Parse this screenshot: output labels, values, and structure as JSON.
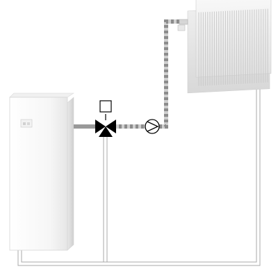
{
  "diagram": {
    "components": [
      {
        "id": "boiler",
        "kind": "boiler-unit"
      },
      {
        "id": "mixing-valve",
        "kind": "three-way-mixing-valve",
        "actuator": "valve-actuator-box"
      },
      {
        "id": "pump",
        "kind": "circulation-pump"
      },
      {
        "id": "radiator",
        "kind": "panel-radiator"
      }
    ],
    "connections": [
      {
        "from": "boiler",
        "to": "mixing-valve",
        "style": "supply-pipe"
      },
      {
        "from": "mixing-valve",
        "to": "pump",
        "style": "mixed-supply-dashed"
      },
      {
        "from": "pump",
        "to": "radiator",
        "style": "mixed-supply-dashed"
      },
      {
        "from": "radiator",
        "to": "boiler",
        "style": "return-pipe"
      },
      {
        "from": "return-pipe",
        "to": "mixing-valve",
        "style": "bypass-line"
      }
    ],
    "colors": {
      "pipe": "#999999",
      "return_line": "#a8a8a8",
      "dashed_dark": "#8c8c8c",
      "valve": "#000000",
      "appliance": "#f4f4f4"
    }
  }
}
